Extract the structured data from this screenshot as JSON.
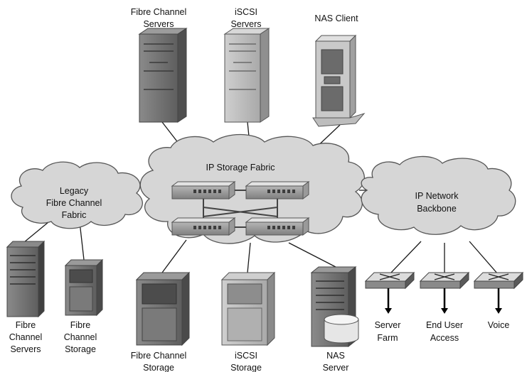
{
  "labels": {
    "fc_servers_top": [
      "Fibre Channel",
      "Servers"
    ],
    "iscsi_servers": [
      "iSCSI",
      "Servers"
    ],
    "nas_client": [
      "NAS Client"
    ],
    "ip_storage_fabric": [
      "IP Storage Fabric"
    ],
    "legacy_fabric": [
      "Legacy",
      "Fibre Channel",
      "Fabric"
    ],
    "ip_backbone": [
      "IP Network",
      "Backbone"
    ],
    "fc_servers_bottom": [
      "Fibre",
      "Channel",
      "Servers"
    ],
    "fc_storage_left": [
      "Fibre",
      "Channel",
      "Storage"
    ],
    "fc_storage_center": [
      "Fibre Channel",
      "Storage"
    ],
    "iscsi_storage": [
      "iSCSI",
      "Storage"
    ],
    "nas_server": [
      "NAS",
      "Server"
    ],
    "server_farm": [
      "Server",
      "Farm"
    ],
    "end_user_access": [
      "End User",
      "Access"
    ],
    "voice": [
      "Voice"
    ]
  },
  "colors": {
    "cloud_fill": "#d6d6d6",
    "server_dark": "#6e6e6e",
    "server_light": "#bdbdbd",
    "line": "#1a1a1a"
  }
}
